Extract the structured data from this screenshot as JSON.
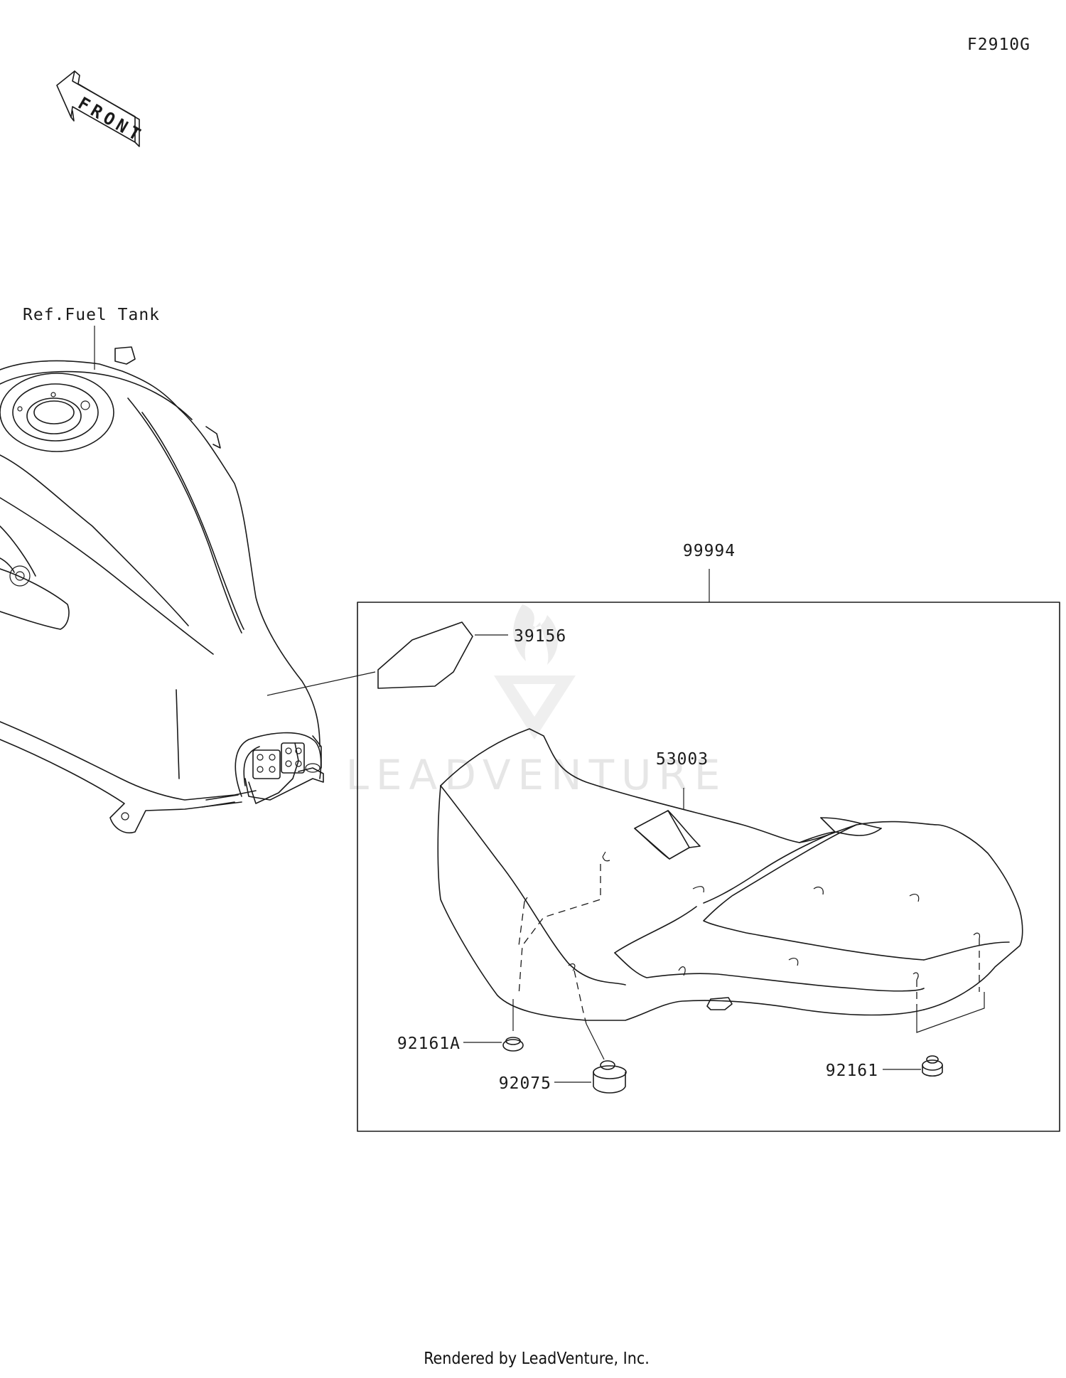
{
  "diagram_code": "F2910G",
  "front_arrow_label": "FRONT",
  "reference_label": "Ref.Fuel Tank",
  "watermark_text": "LEADVENTURE",
  "footer_text": "Rendered by LeadVenture, Inc.",
  "parts": {
    "assembly": "99994",
    "pad": "39156",
    "seat": "53003",
    "grommet_front": "92161A",
    "damper": "92075",
    "grommet_rear": "92161"
  }
}
